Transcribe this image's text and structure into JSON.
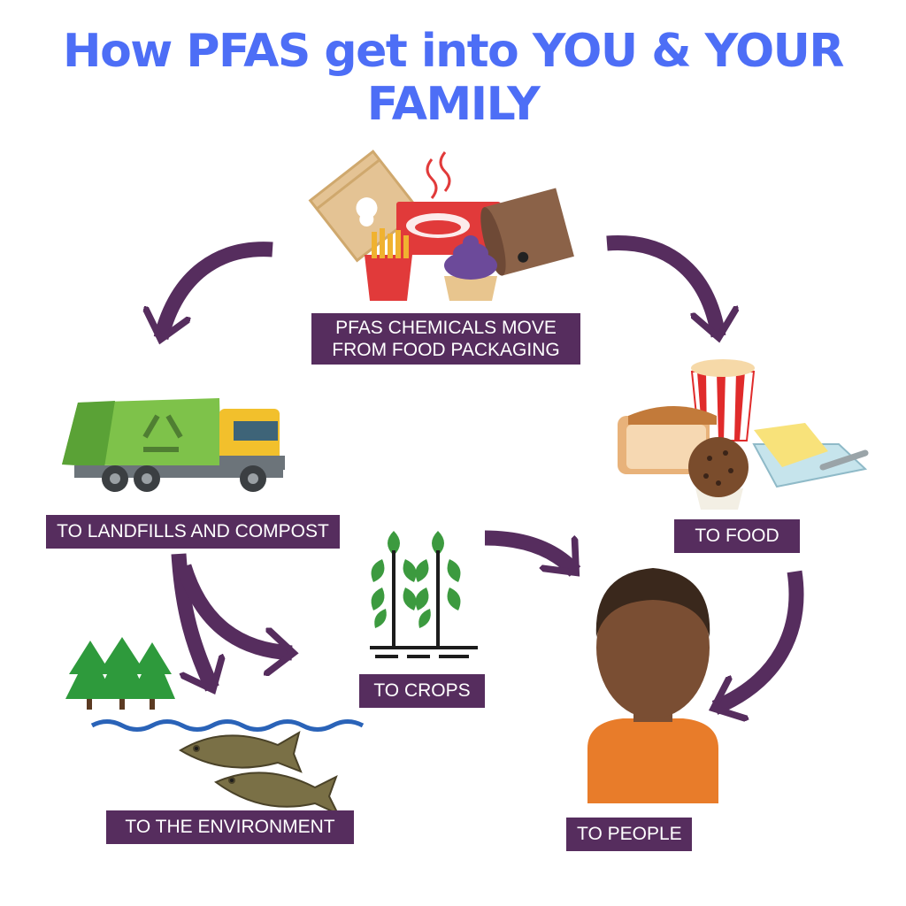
{
  "title": "How PFAS get into YOU & YOUR FAMILY",
  "labels": {
    "packaging": "PFAS CHEMICALS MOVE\nFROM FOOD PACKAGING",
    "landfills": "TO LANDFILLS AND COMPOST",
    "food": "TO FOOD",
    "crops": "TO CROPS",
    "environment": "TO THE ENVIRONMENT",
    "people": "TO PEOPLE"
  },
  "colors": {
    "title": "#4d6ef6",
    "label_bg": "#562d5e",
    "arrow": "#562d5e"
  },
  "icons": [
    "food-packaging-icon",
    "garbage-truck-icon",
    "recycle-icon",
    "groceries-icon",
    "crops-icon",
    "trees-icon",
    "water-wave-icon",
    "fish-icon",
    "person-icon"
  ]
}
